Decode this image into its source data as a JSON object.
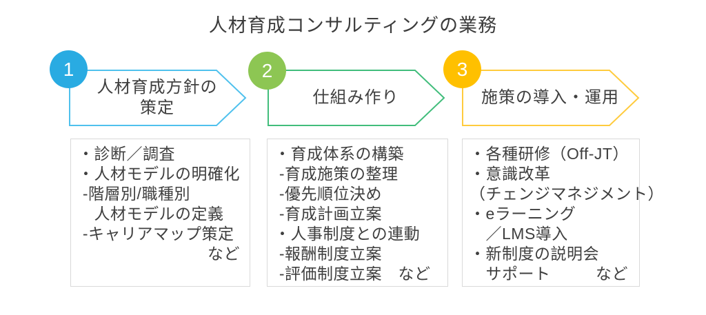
{
  "title": "人材育成コンサルティングの業務",
  "colors": {
    "text": "#3F3F3F",
    "box_border": "#D9D9D9",
    "background": "#FFFFFF"
  },
  "steps": [
    {
      "number": "1",
      "label": "人材育成方針の\n策定",
      "circle_color": "#29ABE2",
      "arrow_color": "#4FC1ED",
      "lines": [
        "・診断／調査",
        "・人材モデルの明確化",
        " -階層別/職種別",
        "　人材モデルの定義",
        " -キャリアマップ策定"
      ],
      "etc_label": "など"
    },
    {
      "number": "2",
      "label": "仕組み作り",
      "circle_color": "#8DC653",
      "arrow_color": "#41BD7B",
      "lines": [
        "・育成体系の構築",
        " -育成施策の整理",
        " -優先順位決め",
        " -育成計画立案",
        "・人事制度との連動",
        " -報酬制度立案",
        " -評価制度立案　など"
      ]
    },
    {
      "number": "3",
      "label": "施策の導入・運用",
      "circle_color": "#FFC000",
      "arrow_color": "#FFCB3D",
      "lines": [
        "・各種研修（Off-JT）",
        "・意識改革",
        "（チェンジマネジメント）",
        "・eラーニング",
        "　／LMS導入",
        "・新制度の説明会",
        "　サポート"
      ],
      "etc_label": "など"
    }
  ]
}
